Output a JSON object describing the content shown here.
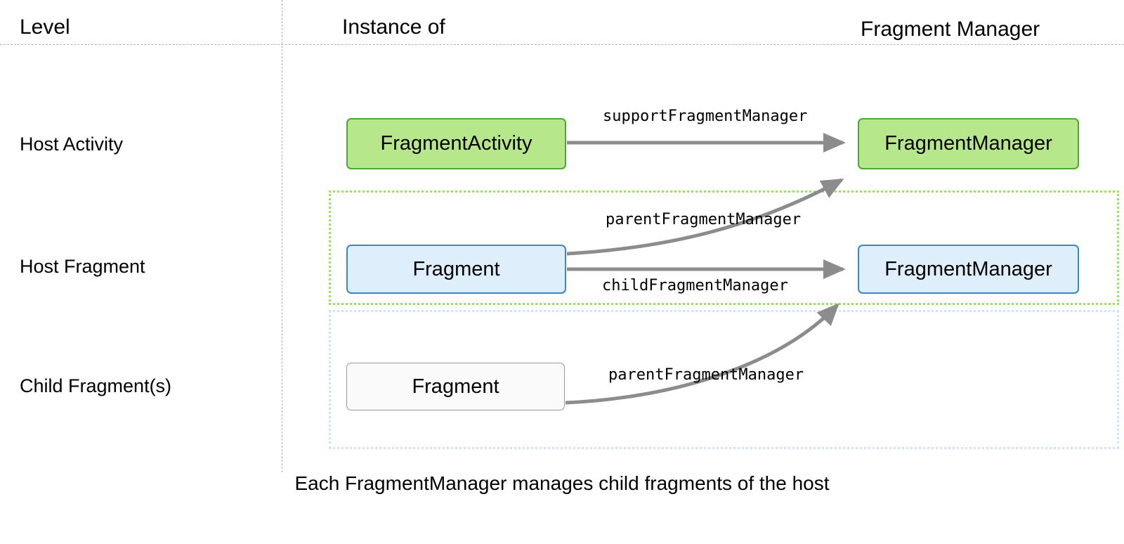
{
  "diagram": {
    "title": "Fragment hierarchy and FragmentManager ownership",
    "headers": {
      "level": "Level",
      "instance_of": "Instance of",
      "fragment_manager": "Fragment Manager"
    },
    "rows": [
      {
        "level_label": "Host Activity",
        "instance_node": "FragmentActivity",
        "manager_node": "FragmentManager",
        "node_style": "green"
      },
      {
        "level_label": "Host Fragment",
        "instance_node": "Fragment",
        "manager_node": "FragmentManager",
        "node_style": "blue"
      },
      {
        "level_label": "Child Fragment(s)",
        "instance_node": "Fragment",
        "manager_node": "",
        "node_style": "plain"
      }
    ],
    "edges": [
      {
        "label": "supportFragmentManager",
        "from": "FragmentActivity",
        "to": "FragmentManager (activity)"
      },
      {
        "label": "parentFragmentManager",
        "from": "Fragment (host)",
        "to": "FragmentManager (activity)"
      },
      {
        "label": "childFragmentManager",
        "from": "Fragment (host)",
        "to": "FragmentManager (host fragment)"
      },
      {
        "label": "parentFragmentManager",
        "from": "Fragment (child)",
        "to": "FragmentManager (host fragment)"
      }
    ],
    "groups": [
      {
        "name": "host-fragment-scope",
        "border_color": "#9ede6e",
        "style": "dotted"
      },
      {
        "name": "child-fragment-scope",
        "border_color": "#cfe2f7",
        "style": "dotted"
      }
    ],
    "caption": "Each FragmentManager manages child fragments of the host",
    "colors": {
      "green_fill": "#b7e78b",
      "green_stroke": "#4ea72e",
      "blue_fill": "#dfeefb",
      "blue_stroke": "#3a87c8",
      "plain_fill": "#fafafa",
      "plain_stroke": "#9a9a9a",
      "arrow": "#8c8c8c",
      "divider": "#b0b0b0",
      "background": "#ffffff"
    }
  }
}
